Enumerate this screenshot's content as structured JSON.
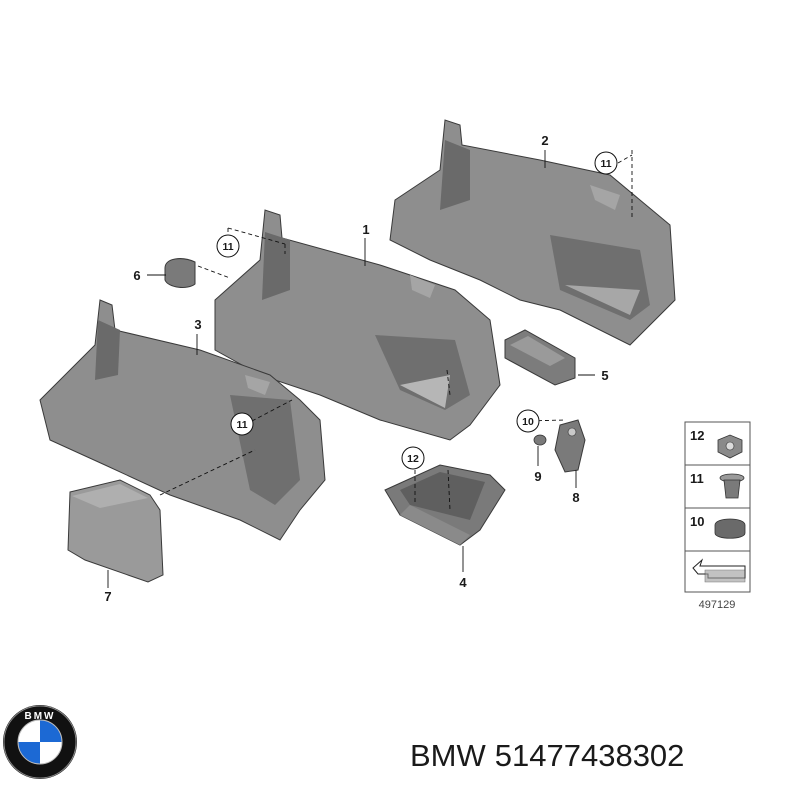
{
  "diagram": {
    "callouts": {
      "c1": "1",
      "c2": "2",
      "c3": "3",
      "c4": "4",
      "c5": "5",
      "c6": "6",
      "c7": "7",
      "c8": "8",
      "c9": "9",
      "c10": "10",
      "c11a": "11",
      "c11b": "11",
      "c11c": "11",
      "c12": "12"
    },
    "legend": {
      "items": [
        {
          "number": "12",
          "icon": "nut-icon"
        },
        {
          "number": "11",
          "icon": "clip-icon"
        },
        {
          "number": "10",
          "icon": "plug-icon"
        }
      ],
      "diagram_number": "497129"
    }
  },
  "caption": {
    "brand": "BMW",
    "part_number": "51477438302"
  },
  "logo": {
    "text": "BMW",
    "colors": {
      "blue": "#1c69d4",
      "white": "#ffffff",
      "ring": "#111111"
    }
  },
  "colors": {
    "panel": "#8e8e8e",
    "panel_dark": "#6f6f6f",
    "panel_light": "#b5b5b5"
  }
}
